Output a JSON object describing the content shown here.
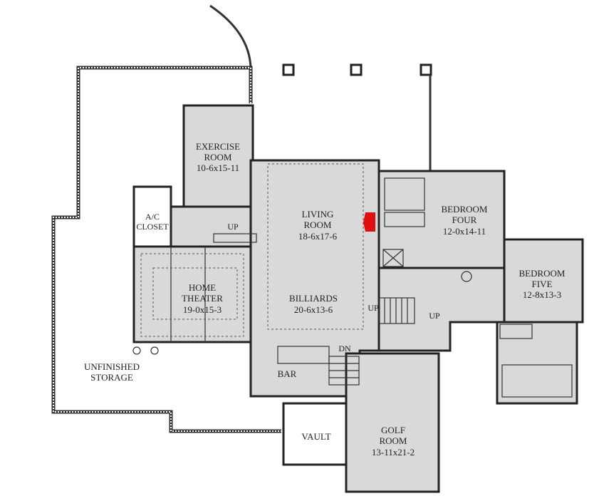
{
  "plan": {
    "rooms": {
      "exercise": {
        "name1": "EXERCISE",
        "name2": "ROOM",
        "dims": "10-6x15-11"
      },
      "living": {
        "name1": "LIVING",
        "name2": "ROOM",
        "dims": "18-6x17-6"
      },
      "billiards": {
        "name": "BILLIARDS",
        "dims": "20-6x13-6"
      },
      "bedroom_four": {
        "name1": "BEDROOM",
        "name2": "FOUR",
        "dims": "12-0x14-11"
      },
      "bedroom_five": {
        "name1": "BEDROOM",
        "name2": "FIVE",
        "dims": "12-8x13-3"
      },
      "ac_closet": {
        "name1": "A/C",
        "name2": "CLOSET"
      },
      "home_theater": {
        "name1": "HOME",
        "name2": "THEATER",
        "dims": "19-0x15-3"
      },
      "storage": {
        "name1": "UNFINISHED",
        "name2": "STORAGE"
      },
      "bar": {
        "name": "BAR"
      },
      "vault": {
        "name": "VAULT"
      },
      "golf": {
        "name1": "GOLF",
        "name2": "ROOM",
        "dims": "13-11x21-2"
      }
    },
    "stairs": {
      "up1": "UP",
      "up2": "UP",
      "up3": "UP",
      "dn": "DN"
    },
    "colors": {
      "fireplace": "#e01010",
      "room_fill": "#d9d9d9",
      "wall": "#222222"
    }
  }
}
